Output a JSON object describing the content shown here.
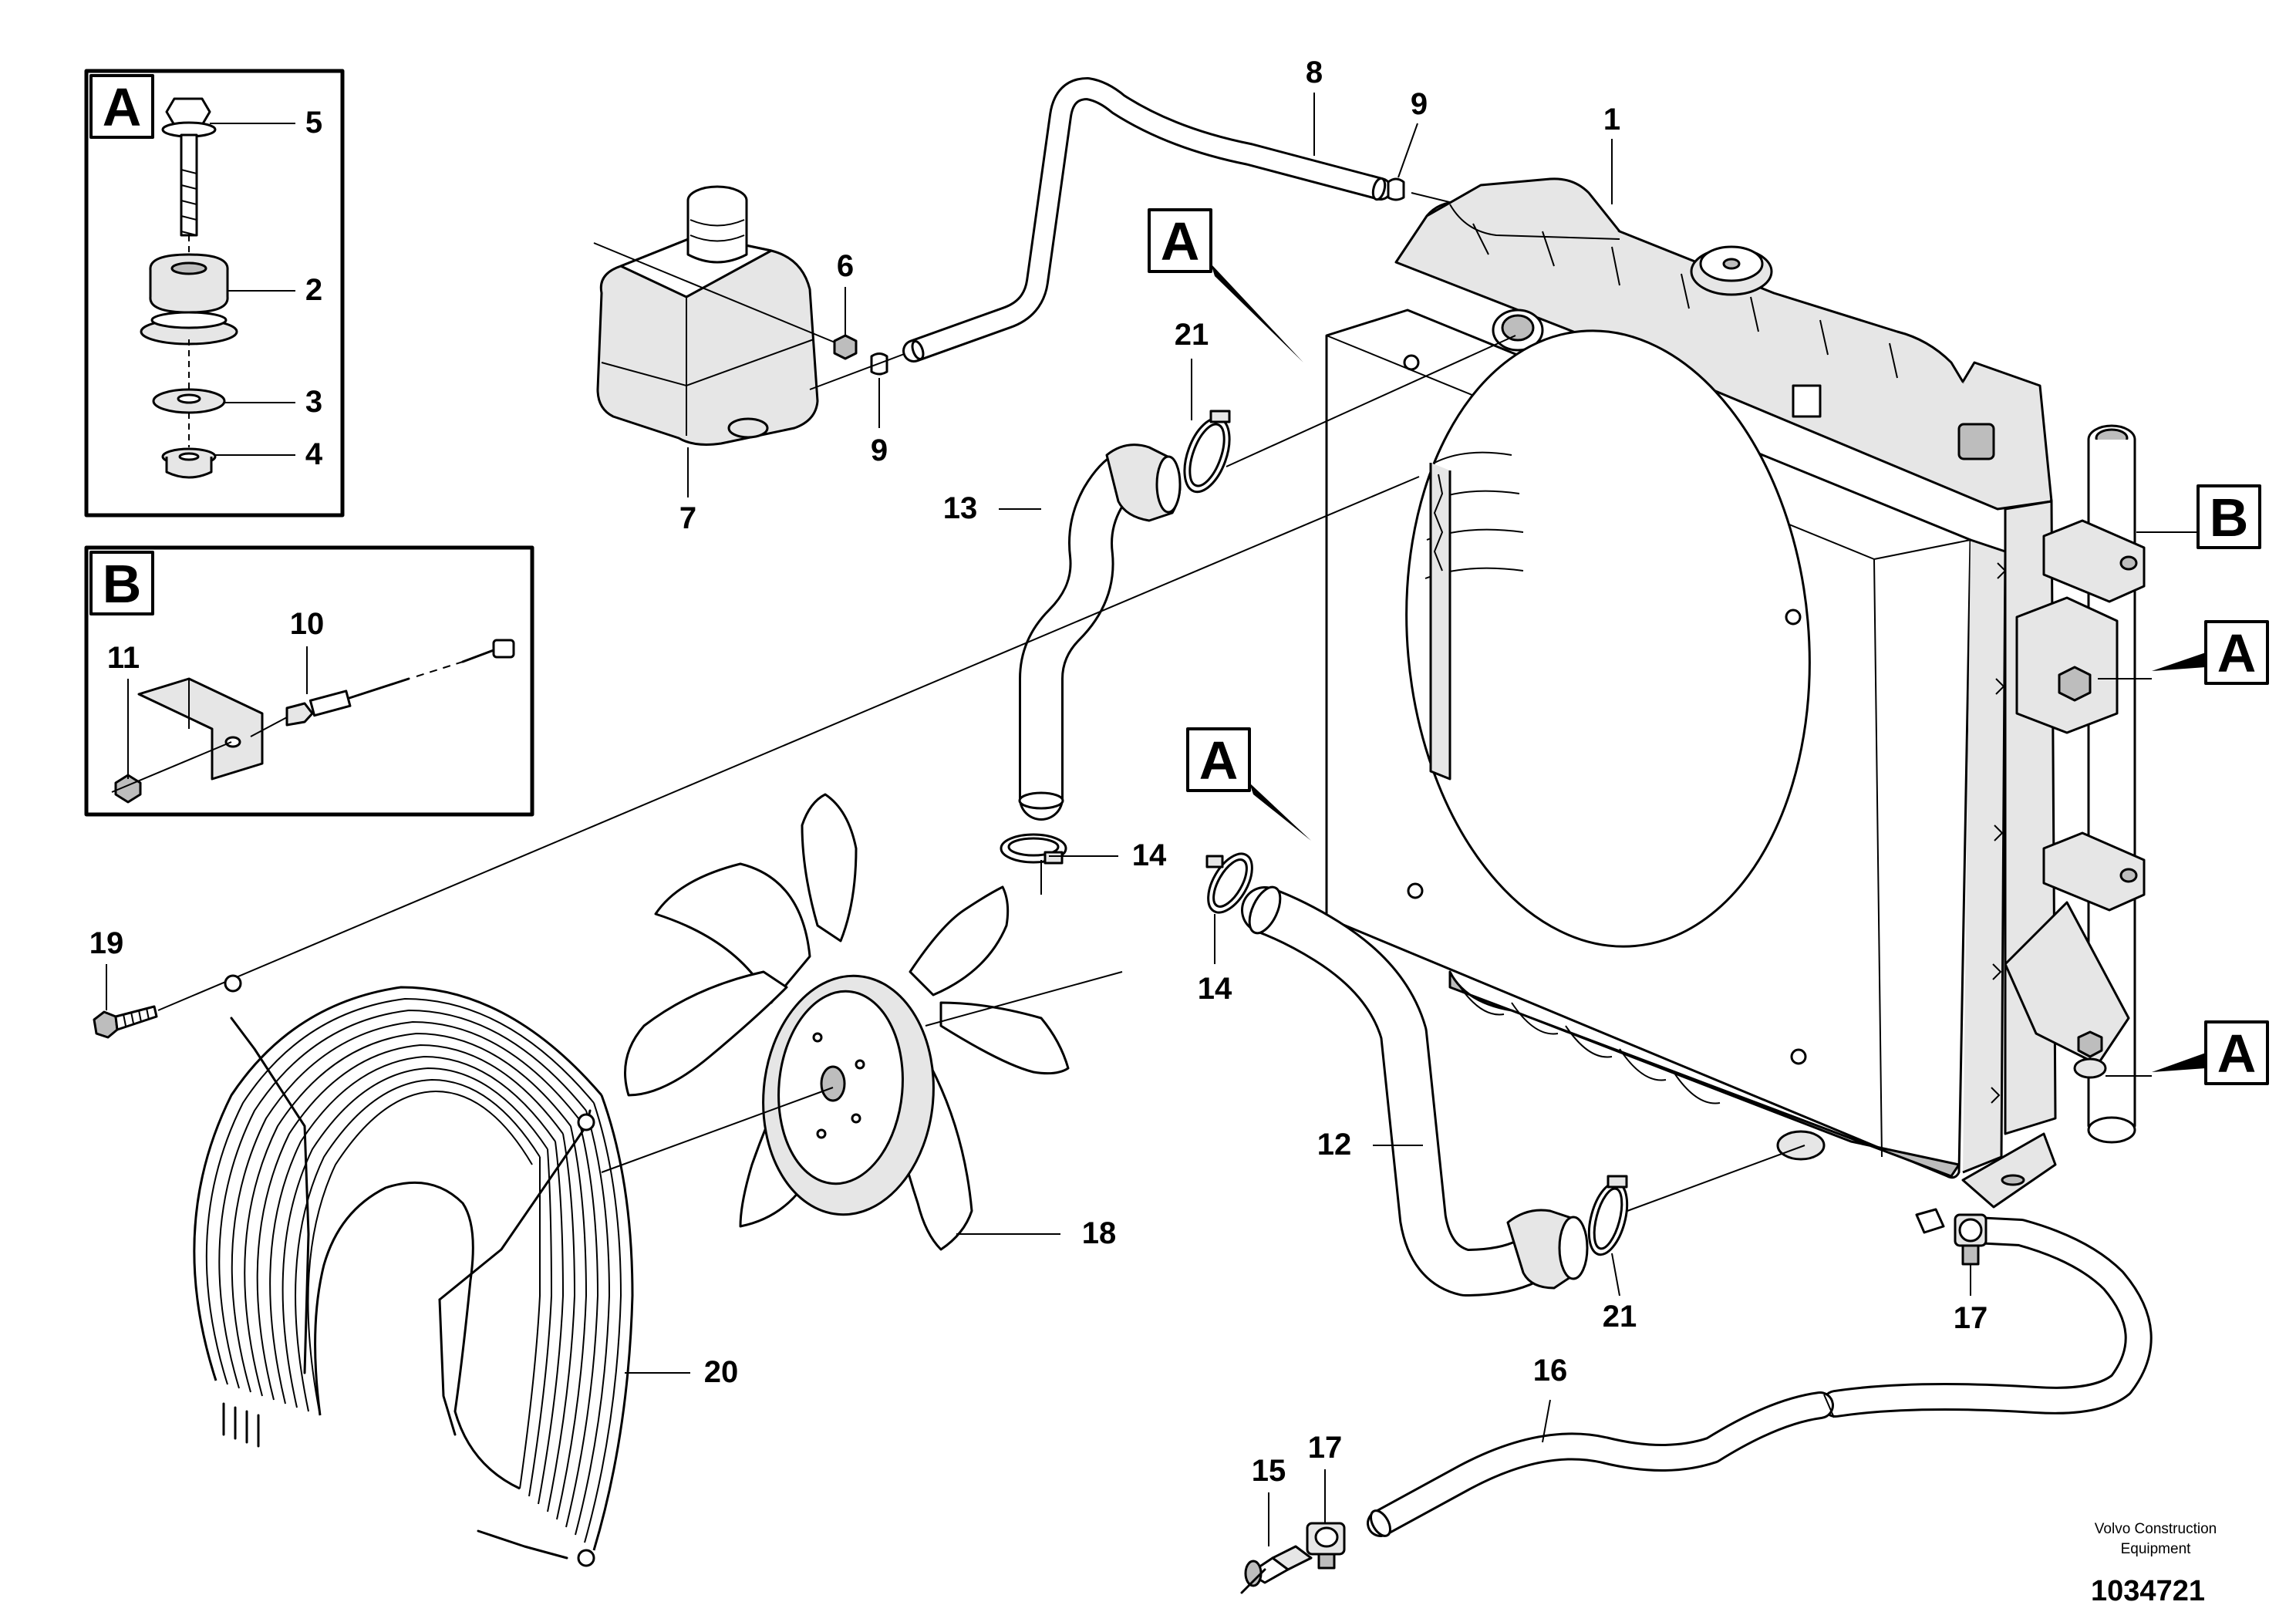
{
  "diagram": {
    "callouts": {
      "c1": "1",
      "c2": "2",
      "c3": "3",
      "c4": "4",
      "c5": "5",
      "c6": "6",
      "c7": "7",
      "c8": "8",
      "c9a": "9",
      "c9b": "9",
      "c10": "10",
      "c11": "11",
      "c12": "12",
      "c13": "13",
      "c14a": "14",
      "c14b": "14",
      "c15": "15",
      "c16": "16",
      "c17a": "17",
      "c17b": "17",
      "c18": "18",
      "c19": "19",
      "c20": "20",
      "c21a": "21",
      "c21b": "21"
    },
    "detail_symbols": {
      "inset_a": "A",
      "inset_b": "B",
      "ref_a_top": "A",
      "ref_a_mid": "A",
      "ref_a_right_upper": "A",
      "ref_a_right_lower": "A",
      "ref_b_right": "B"
    },
    "footer": {
      "company_line1": "Volvo Construction",
      "company_line2": "Equipment",
      "document_number": "1034721"
    }
  }
}
